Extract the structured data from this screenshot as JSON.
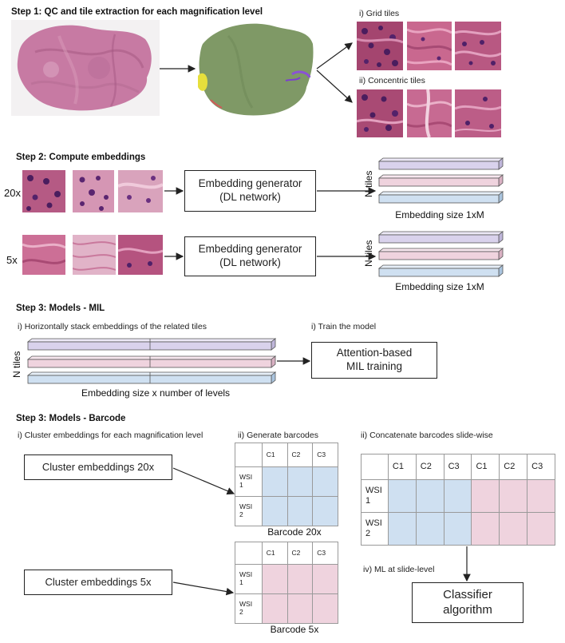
{
  "step1": {
    "title": "Step 1: QC and tile extraction for each magnification level",
    "grid_label": "i) Grid tiles",
    "concentric_label": "ii) Concentric tiles"
  },
  "step2": {
    "title": "Step 2: Compute embeddings",
    "rows": [
      {
        "mag": "20x",
        "box_line1": "Embedding generator",
        "box_line2": "(DL network)",
        "n_tiles": "N tiles",
        "size": "Embedding size 1xM"
      },
      {
        "mag": "5x",
        "box_line1": "Embedding generator",
        "box_line2": "(DL network)",
        "n_tiles": "N tiles",
        "size": "Embedding size 1xM"
      }
    ]
  },
  "step3_mil": {
    "title": "Step 3: Models - MIL",
    "stack_label": "i) Horizontally stack embeddings of the related tiles",
    "train_label": "i) Train the model",
    "n_tiles": "N tiles",
    "size": "Embedding size x number of levels",
    "box_line1": "Attention-based",
    "box_line2": "MIL training"
  },
  "step3_barcode": {
    "title": "Step 3: Models - Barcode",
    "cluster_label": "i) Cluster embeddings for each magnification level",
    "generate_label": "ii) Generate barcodes",
    "concat_label": "ii) Concatenate barcodes slide-wise",
    "cluster20": "Cluster embeddings 20x",
    "cluster5": "Cluster embeddings 5x",
    "barcode20": "Barcode 20x",
    "barcode5": "Barcode 5x",
    "columns": [
      "C1",
      "C2",
      "C3"
    ],
    "rows": [
      {
        "line1": "WSI",
        "line2": "1"
      },
      {
        "line1": "WSI",
        "line2": "2"
      }
    ],
    "ml_label": "iv) ML at slide-level",
    "classifier_line1": "Classifier",
    "classifier_line2": "algorithm"
  },
  "colors": {
    "purple_bar": "#d9d2ec",
    "pink_bar": "#efd3de",
    "blue_bar": "#cfe0f1",
    "blue_cell": "#cfe0f1",
    "pink_cell": "#efd3de",
    "tissue": "#c77aa3",
    "mask": "#7f9966"
  }
}
